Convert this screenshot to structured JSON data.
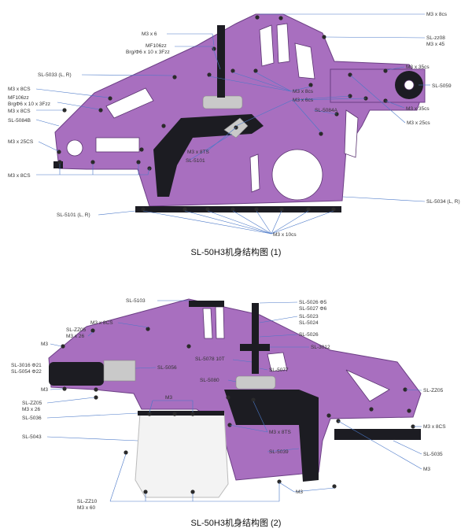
{
  "diagram1": {
    "caption": "SL-50H3机身结构图 (1)",
    "labels": {
      "m3x6_top": "M3 x 6",
      "mf106zz": "MF106zz",
      "brg_6x10x3": "Brg/Φ6 x 10 x 3Fzz",
      "sl5033": "SL-5033 (L, R)",
      "m3x8cs_a": "M3 x 8CS",
      "mf106zz_b": "MF106zz",
      "brg_6x10x3_b": "BrgΦ6 x 10 x 3Fzz",
      "m3x8cs_b": "M3 x 8CS",
      "sl5084b": "SL-5084B",
      "m3x25cs": "M3 x 25CS",
      "m3x8cs_c": "M3 x 8CS",
      "m3x8cs_top": "M3 x 8cs",
      "slzz08": "SL-zz08",
      "m3x45": "M3 x 45",
      "m3x35cs_a": "M3 x 35cs",
      "sl5059": "SL-5059",
      "m3x8cs_mid": "M3 x 8cs",
      "m3x6cs": "M3 x 6cs",
      "sl5084a": "SL-5084A",
      "m3x35cs_b": "M3 x 35cs",
      "m3x25cs_r": "M3 x 25cs",
      "m3x8ts": "M3 x 8TS",
      "sl5101_mid": "SL-5101",
      "sl5034": "SL-5034 (L, R)",
      "sl5101_lr": "SL-5101 (L, R)",
      "m3x10cs": "M3 x 10cs"
    }
  },
  "diagram2": {
    "caption": "SL-50H3机身结构图 (2)",
    "labels": {
      "sl5103": "SL-5103",
      "m3x8cs": "M3 x 8CS",
      "slzz05_a": "SL-ZZ05",
      "m3x26_a": "M3 x 26",
      "m3_a": "M3",
      "sl3016": "SL-3016 Φ21",
      "sl5054": "SL-5054 Φ22",
      "m3_b": "M3",
      "slzz05_b": "SL-ZZ05",
      "m3x26_b": "M3 x 26",
      "sl5036": "SL-5036",
      "sl5043": "SL-5043",
      "sl5026": "SL-5026 Φ5",
      "sl5027": "SL-5027 Φ6",
      "sl5023": "SL-5023",
      "sl5024": "SL-5024",
      "sl5026b": "SL-5026",
      "sl3012": "SL-3012",
      "sl5078": "SL-5078 10T",
      "sl5077": "SL-5077",
      "sl5056": "SL-5056",
      "sl5080": "SL-5080",
      "m3_top": "M3",
      "m3x8ts": "M3 x 8TS",
      "sl5039": "SL-5039",
      "slzz05_r": "SL-ZZ05",
      "m3x8cs_r": "M3 x 8CS",
      "sl5035": "SL-5035",
      "m3_r": "M3",
      "m3_bottom": "M3",
      "slzz10": "SL-ZZ10",
      "m3x60": "M3 x 60"
    }
  },
  "colors": {
    "plate": "#a86fbf",
    "leader": "#4a78c8",
    "dark_part": "#1c1c22"
  }
}
